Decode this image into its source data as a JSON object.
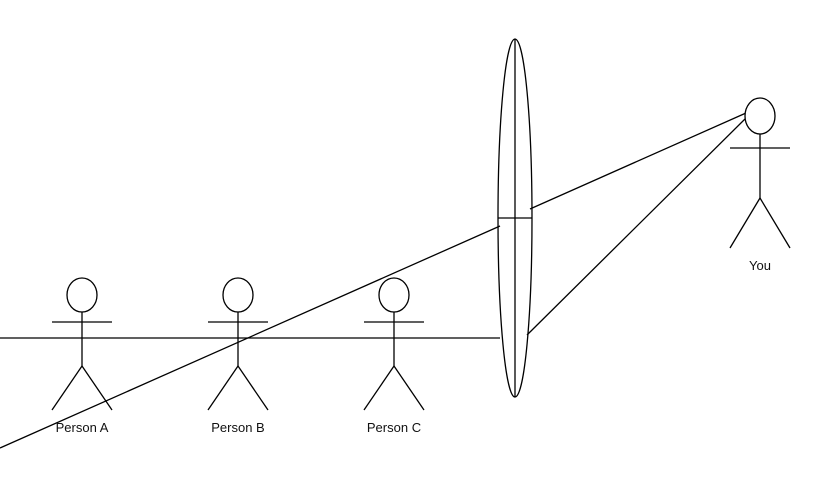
{
  "figures": [
    {
      "id": "person-a",
      "label": "Person A"
    },
    {
      "id": "person-b",
      "label": "Person B"
    },
    {
      "id": "person-c",
      "label": "Person C"
    },
    {
      "id": "you",
      "label": "You"
    }
  ],
  "colors": {
    "stroke": "#000000",
    "background": "#ffffff"
  }
}
